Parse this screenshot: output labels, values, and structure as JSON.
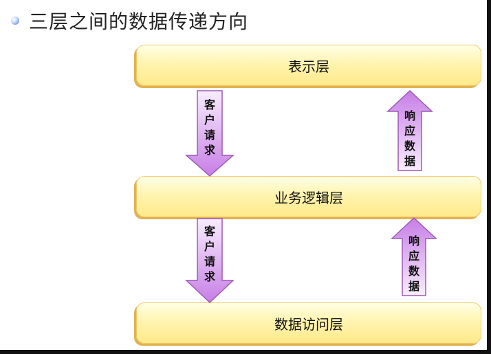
{
  "title": "三层之间的数据传递方向",
  "layers": [
    {
      "label": "表示层"
    },
    {
      "label": "业务逻辑层"
    },
    {
      "label": "数据访问层"
    }
  ],
  "arrows": {
    "request_label": "客户请求",
    "response_label": "响应数据"
  },
  "colors": {
    "layer_fill": "#fff4b0",
    "layer_border": "#f0c86a",
    "arrow_fill": "#d9a6ef",
    "arrow_border": "#9b59b6"
  }
}
